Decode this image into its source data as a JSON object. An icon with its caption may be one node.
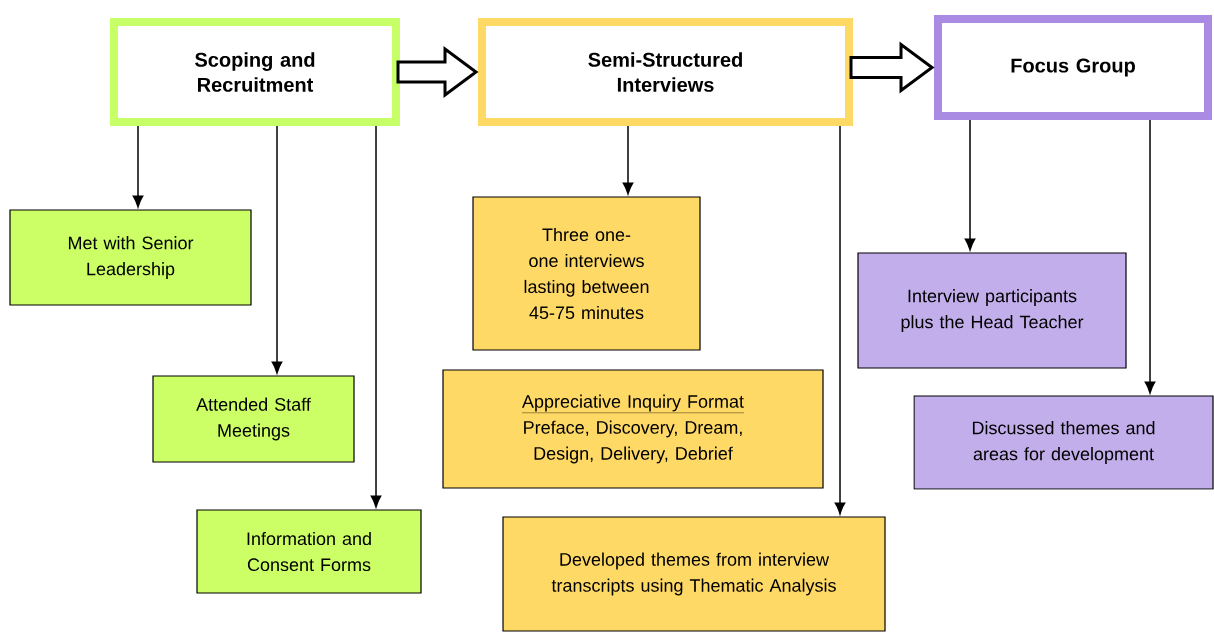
{
  "diagram": {
    "nodes": [
      {
        "text": [
          "Scoping and Recruitment"
        ]
      },
      {
        "text": [
          "Semi-Structured Interviews"
        ]
      },
      {
        "text": [
          "Focus Group"
        ]
      },
      {
        "text": [
          "Met with Senior Leadership"
        ]
      },
      {
        "text": [
          "Attended Staff Meetings"
        ]
      },
      {
        "text": [
          "Information and Consent Forms"
        ]
      },
      {
        "text": [
          "Three one-one interviews lasting between 45-75 minutes"
        ]
      },
      {
        "text": [
          "Appreciative Inquiry Format",
          "Preface, Discovery, Dream, Design, Delivery, Debrief"
        ]
      },
      {
        "text": [
          "Developed themes from interview transcripts using Thematic Analysis"
        ]
      },
      {
        "text": [
          "Interview participants plus the Head Teacher"
        ]
      },
      {
        "text": [
          "Discussed themes and areas for development"
        ]
      }
    ],
    "edges": [
      {
        "from": 0,
        "to": 1,
        "arrow": "to",
        "style": "thick"
      },
      {
        "from": 1,
        "to": 2,
        "arrow": "to",
        "style": "thick"
      },
      {
        "from": 0,
        "to": 3,
        "arrow": "to"
      },
      {
        "from": 0,
        "to": 4,
        "arrow": "to"
      },
      {
        "from": 0,
        "to": 5,
        "arrow": "to"
      },
      {
        "from": 1,
        "to": 6,
        "arrow": "to"
      },
      {
        "from": 1,
        "to": 8,
        "arrow": "to"
      },
      {
        "from": 2,
        "to": 9,
        "arrow": "to"
      },
      {
        "from": 2,
        "to": 10,
        "arrow": "to"
      }
    ]
  }
}
